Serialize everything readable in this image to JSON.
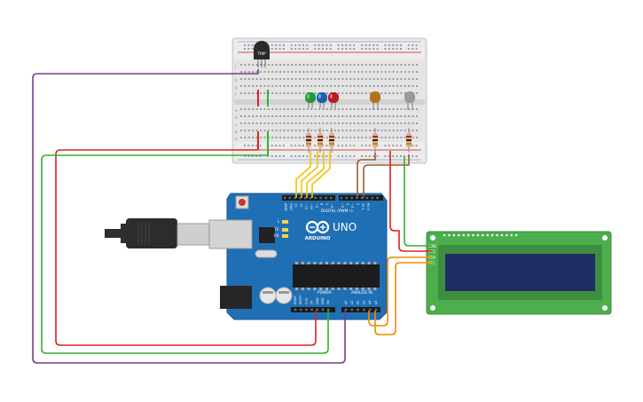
{
  "sensor": {
    "label": "TMP"
  },
  "arduino": {
    "brand": "ARDUINO",
    "model": "UNO",
    "digital_header_label": "DIGITAL (PWM~)",
    "power_header_label": "POWER",
    "analog_header_label": "ANALOG IN",
    "led_labels": [
      "L",
      "TX",
      "RX"
    ],
    "power_pin_labels": [
      "IOREF",
      "RESET",
      "3.3V",
      "5V",
      "GND",
      "GND",
      "Vin"
    ],
    "analog_pin_labels": [
      "A0",
      "A1",
      "A2",
      "A3",
      "A4",
      "A5"
    ],
    "digital_pin_labels": [
      "AREF",
      "GND",
      "13",
      "12",
      "~11",
      "~10",
      "~9",
      "8",
      "7",
      "~6",
      "~5",
      "4",
      "~3",
      "2",
      "TX 1",
      "RX 0"
    ]
  },
  "lcd": {
    "pin_labels": [
      "GND",
      "VCC",
      "SDA",
      "SCL"
    ]
  },
  "breadboard": {
    "column_letters": [
      "a",
      "b",
      "c",
      "d",
      "e",
      "f",
      "g",
      "h",
      "i",
      "j"
    ]
  },
  "colors": {
    "wire_red": "#e02020",
    "wire_green": "#2fb52f",
    "wire_purple": "#7d3b95",
    "wire_yellow": "#f2c400",
    "wire_brown": "#9a5a2c",
    "wire_orange": "#f08c00",
    "board_blue": "#1f6fb5",
    "lcd_green": "#4cae4c",
    "lcd_screen": "#1f2d66"
  }
}
